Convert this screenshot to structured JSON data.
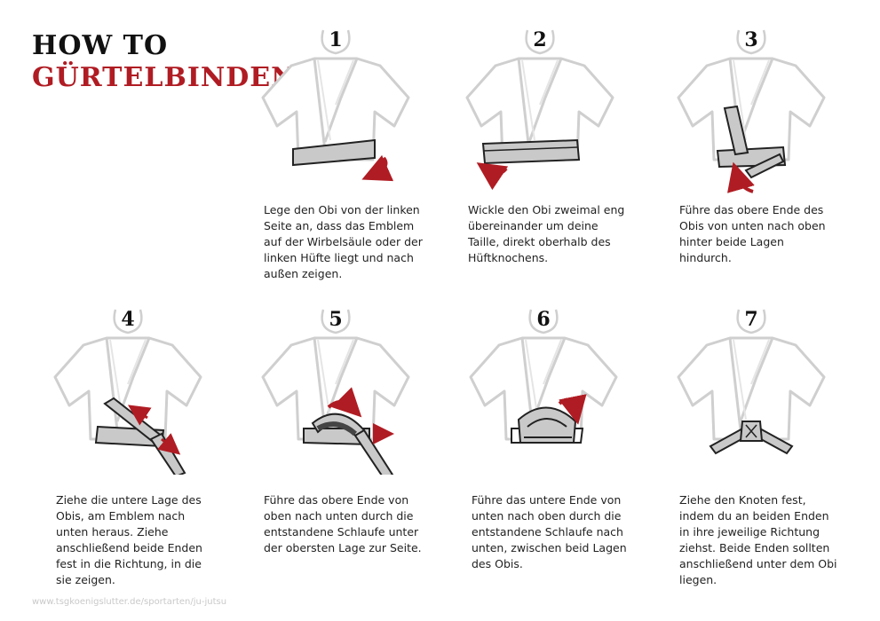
{
  "title": {
    "line1": "HOW TO",
    "line2": "GÜRTELBINDEN"
  },
  "colors": {
    "accent": "#b01c23",
    "belt": "#c9c9c9",
    "outline": "#222222"
  },
  "steps": [
    {
      "number": "1",
      "text": "Lege den Obi von der linken Seite an, dass das Emblem auf der Wirbelsäule oder der linken Hüfte liegt und nach außen zeigen."
    },
    {
      "number": "2",
      "text": "Wickle den Obi zweimal eng  übereinander um deine Taille, direkt oberhalb des Hüftknochens."
    },
    {
      "number": "3",
      "text": "Führe das obere Ende des Obis von unten nach oben hinter beide Lagen hindurch."
    },
    {
      "number": "4",
      "text": "Ziehe die untere Lage des Obis, am Emblem nach unten heraus. Ziehe anschließend beide Enden fest in die Richtung, in die sie zeigen."
    },
    {
      "number": "5",
      "text": "Führe das obere Ende von oben nach unten durch die entstandene Schlaufe unter der obersten Lage zur Seite."
    },
    {
      "number": "6",
      "text": "Führe das untere Ende von unten nach oben durch die entstandene Schlaufe nach unten, zwischen beid Lagen des Obis."
    },
    {
      "number": "7",
      "text": "Ziehe den Knoten fest, indem du an beiden Enden in ihre jeweilige Richtung ziehst. Beide Enden sollten anschließend unter dem Obi liegen."
    }
  ],
  "footer": "www.tsgkoenigslutter.de/sportarten/ju-jutsu"
}
